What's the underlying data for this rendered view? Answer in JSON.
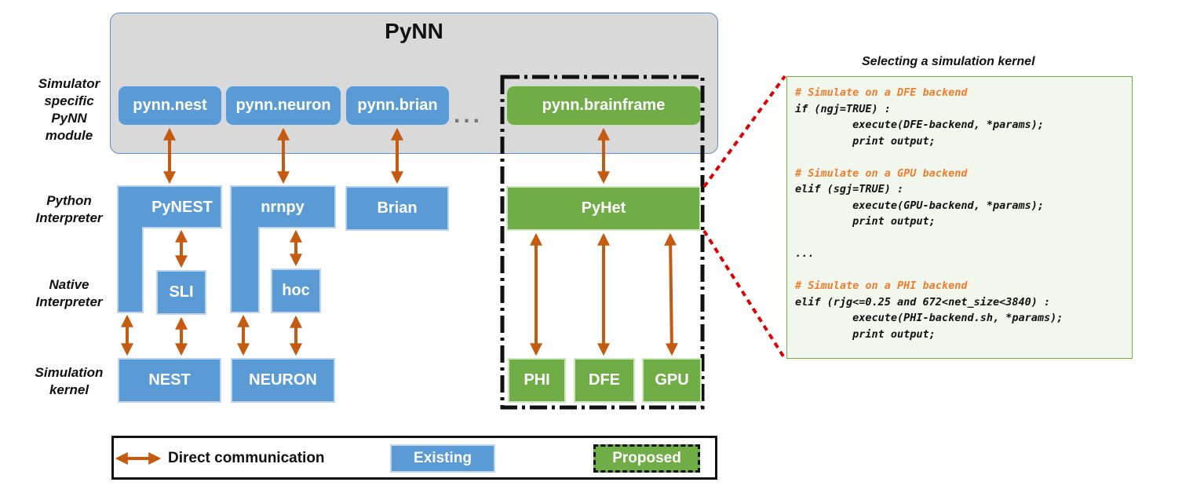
{
  "title": "PyNN",
  "row_labels": {
    "simulator_module": "Simulator specific PyNN module",
    "python_interpreter": "Python Interpreter",
    "native_interpreter": "Native Interpreter",
    "simulation_kernel": "Simulation kernel"
  },
  "modules": {
    "nest": "pynn.nest",
    "neuron": "pynn.neuron",
    "brian": "pynn.brian",
    "ellipsis": "...",
    "brainframe": "pynn.brainframe"
  },
  "python_interpreters": {
    "pynest": "PyNEST",
    "nrnpy": "nrnpy",
    "brian": "Brian",
    "pyhet": "PyHet"
  },
  "native_interpreters": {
    "sli": "SLI",
    "hoc": "hoc"
  },
  "kernels": {
    "nest": "NEST",
    "neuron": "NEURON",
    "phi": "PHI",
    "dfe": "DFE",
    "gpu": "GPU"
  },
  "code": {
    "title": "Selecting a simulation kernel",
    "lines": [
      {
        "text": "# Simulate on a DFE backend",
        "kind": "comment"
      },
      {
        "text": "if (ngj=TRUE) :",
        "kind": "code"
      },
      {
        "text": "         execute(DFE-backend, *params);",
        "kind": "code"
      },
      {
        "text": "         print output;",
        "kind": "code"
      },
      {
        "text": "",
        "kind": "code"
      },
      {
        "text": "# Simulate on a GPU backend",
        "kind": "comment"
      },
      {
        "text": "elif (sgj=TRUE) :",
        "kind": "code"
      },
      {
        "text": "         execute(GPU-backend, *params);",
        "kind": "code"
      },
      {
        "text": "         print output;",
        "kind": "code"
      },
      {
        "text": "",
        "kind": "code"
      },
      {
        "text": "...",
        "kind": "code"
      },
      {
        "text": "",
        "kind": "code"
      },
      {
        "text": "# Simulate on a PHI backend",
        "kind": "comment"
      },
      {
        "text": "elif (rjg<=0.25 and 672<net_size<3840) :",
        "kind": "code"
      },
      {
        "text": "         execute(PHI-backend.sh, *params);",
        "kind": "code"
      },
      {
        "text": "         print output;",
        "kind": "code"
      }
    ]
  },
  "legend": {
    "direct": "Direct communication",
    "existing": "Existing",
    "proposed": "Proposed"
  },
  "colors": {
    "existing": "#5b9bd5",
    "proposed": "#70ad47",
    "arrow": "#c55a11",
    "comment": "#ed7d31",
    "zoom": "#e00000"
  }
}
